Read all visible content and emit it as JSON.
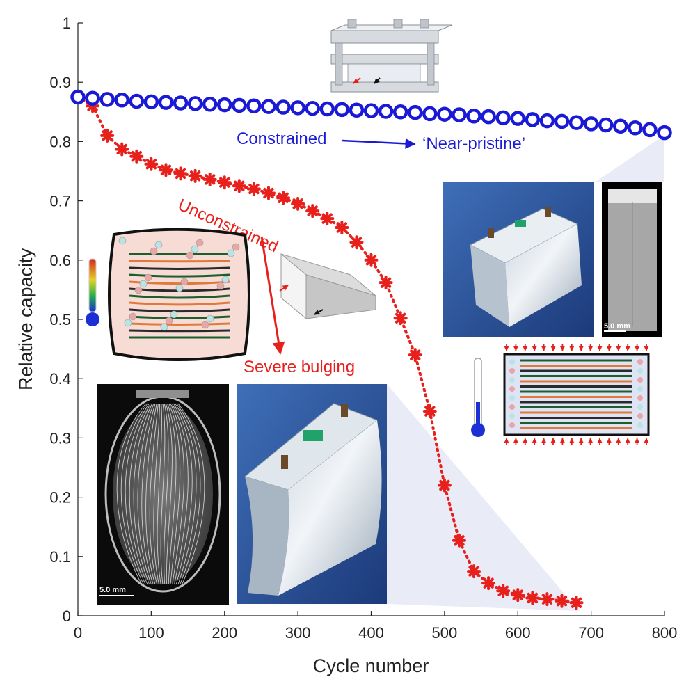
{
  "chart_data": {
    "type": "scatter",
    "xlabel": "Cycle number",
    "ylabel": "Relative capacity",
    "xlim": [
      0,
      800
    ],
    "ylim": [
      0,
      1
    ],
    "xticks": [
      0,
      100,
      200,
      300,
      400,
      500,
      600,
      700,
      800
    ],
    "yticks": [
      0,
      0.1,
      0.2,
      0.3,
      0.4,
      0.5,
      0.6,
      0.7,
      0.8,
      0.9,
      1
    ],
    "ytick_labels": [
      "0",
      "0.1",
      "0.2",
      "0.3",
      "0.4",
      "0.5",
      "0.6",
      "0.7",
      "0.8",
      "0.9",
      "1"
    ],
    "grid": false,
    "series": [
      {
        "name": "Constrained",
        "color": "#1a1ad6",
        "marker": "open-circle",
        "x": [
          0,
          20,
          40,
          60,
          80,
          100,
          120,
          140,
          160,
          180,
          200,
          220,
          240,
          260,
          280,
          300,
          320,
          340,
          360,
          380,
          400,
          420,
          440,
          460,
          480,
          500,
          520,
          540,
          560,
          580,
          600,
          620,
          640,
          660,
          680,
          700,
          720,
          740,
          760,
          780,
          800
        ],
        "y": [
          0.875,
          0.873,
          0.871,
          0.87,
          0.868,
          0.867,
          0.866,
          0.865,
          0.864,
          0.863,
          0.862,
          0.861,
          0.86,
          0.859,
          0.858,
          0.857,
          0.856,
          0.855,
          0.854,
          0.853,
          0.852,
          0.851,
          0.85,
          0.849,
          0.847,
          0.846,
          0.845,
          0.843,
          0.842,
          0.84,
          0.839,
          0.837,
          0.835,
          0.834,
          0.832,
          0.83,
          0.828,
          0.826,
          0.823,
          0.82,
          0.815
        ]
      },
      {
        "name": "Unconstrained",
        "color": "#e8201c",
        "marker": "asterisk",
        "x": [
          0,
          20,
          40,
          60,
          80,
          100,
          120,
          140,
          160,
          180,
          200,
          220,
          240,
          260,
          280,
          300,
          320,
          340,
          360,
          380,
          400,
          420,
          440,
          460,
          480,
          500,
          520,
          540,
          560,
          580,
          600,
          620,
          640,
          660,
          680
        ],
        "y": [
          0.875,
          0.86,
          0.81,
          0.787,
          0.775,
          0.762,
          0.752,
          0.746,
          0.742,
          0.736,
          0.731,
          0.725,
          0.72,
          0.713,
          0.705,
          0.695,
          0.683,
          0.67,
          0.655,
          0.63,
          0.6,
          0.562,
          0.502,
          0.44,
          0.345,
          0.22,
          0.127,
          0.075,
          0.055,
          0.042,
          0.035,
          0.03,
          0.028,
          0.025,
          0.022
        ]
      }
    ]
  },
  "annotations": {
    "constrained": "Constrained",
    "near_pristine": "‘Near-pristine’",
    "unconstrained": "Unconstrained",
    "severe_bulging": "Severe bulging",
    "scale_bar_left": "5.0 mm",
    "scale_bar_right": "5.0 mm"
  },
  "colors": {
    "constrained": "#1a1ad6",
    "unconstrained": "#e8201c",
    "annotation_arrow_blue": "#1a1ad6",
    "annotation_arrow_red": "#e8201c"
  },
  "icons": {
    "fixture": "compression-fixture-icon",
    "thermometer_hot": "thermometer-hot-icon",
    "thermometer_cold": "thermometer-cold-icon"
  }
}
